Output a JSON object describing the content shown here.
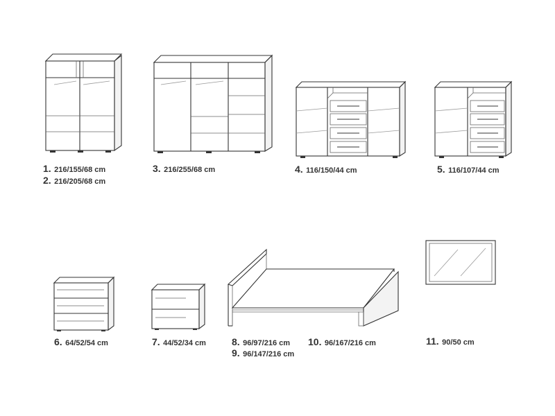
{
  "items": [
    {
      "num": "1.",
      "dims": "216/155/68 cm",
      "icon": "wardrobe-two-door"
    },
    {
      "num": "2.",
      "dims": "216/205/68 cm",
      "icon": "wardrobe-two-door"
    },
    {
      "num": "3.",
      "dims": "216/255/68 cm",
      "icon": "wardrobe-three-door"
    },
    {
      "num": "4.",
      "dims": "116/150/44 cm",
      "icon": "highboard-wide"
    },
    {
      "num": "5.",
      "dims": "116/107/44 cm",
      "icon": "highboard-narrow"
    },
    {
      "num": "6.",
      "dims": "64/52/54 cm",
      "icon": "chest-three-drawer"
    },
    {
      "num": "7.",
      "dims": "44/52/34 cm",
      "icon": "nightstand-two-drawer"
    },
    {
      "num": "8.",
      "dims": "96/97/216 cm",
      "icon": "bed"
    },
    {
      "num": "9.",
      "dims": "96/147/216 cm",
      "icon": "bed"
    },
    {
      "num": "10.",
      "dims": "96/167/216 cm",
      "icon": "bed"
    },
    {
      "num": "11.",
      "dims": "90/50 cm",
      "icon": "wall-mirror"
    }
  ]
}
